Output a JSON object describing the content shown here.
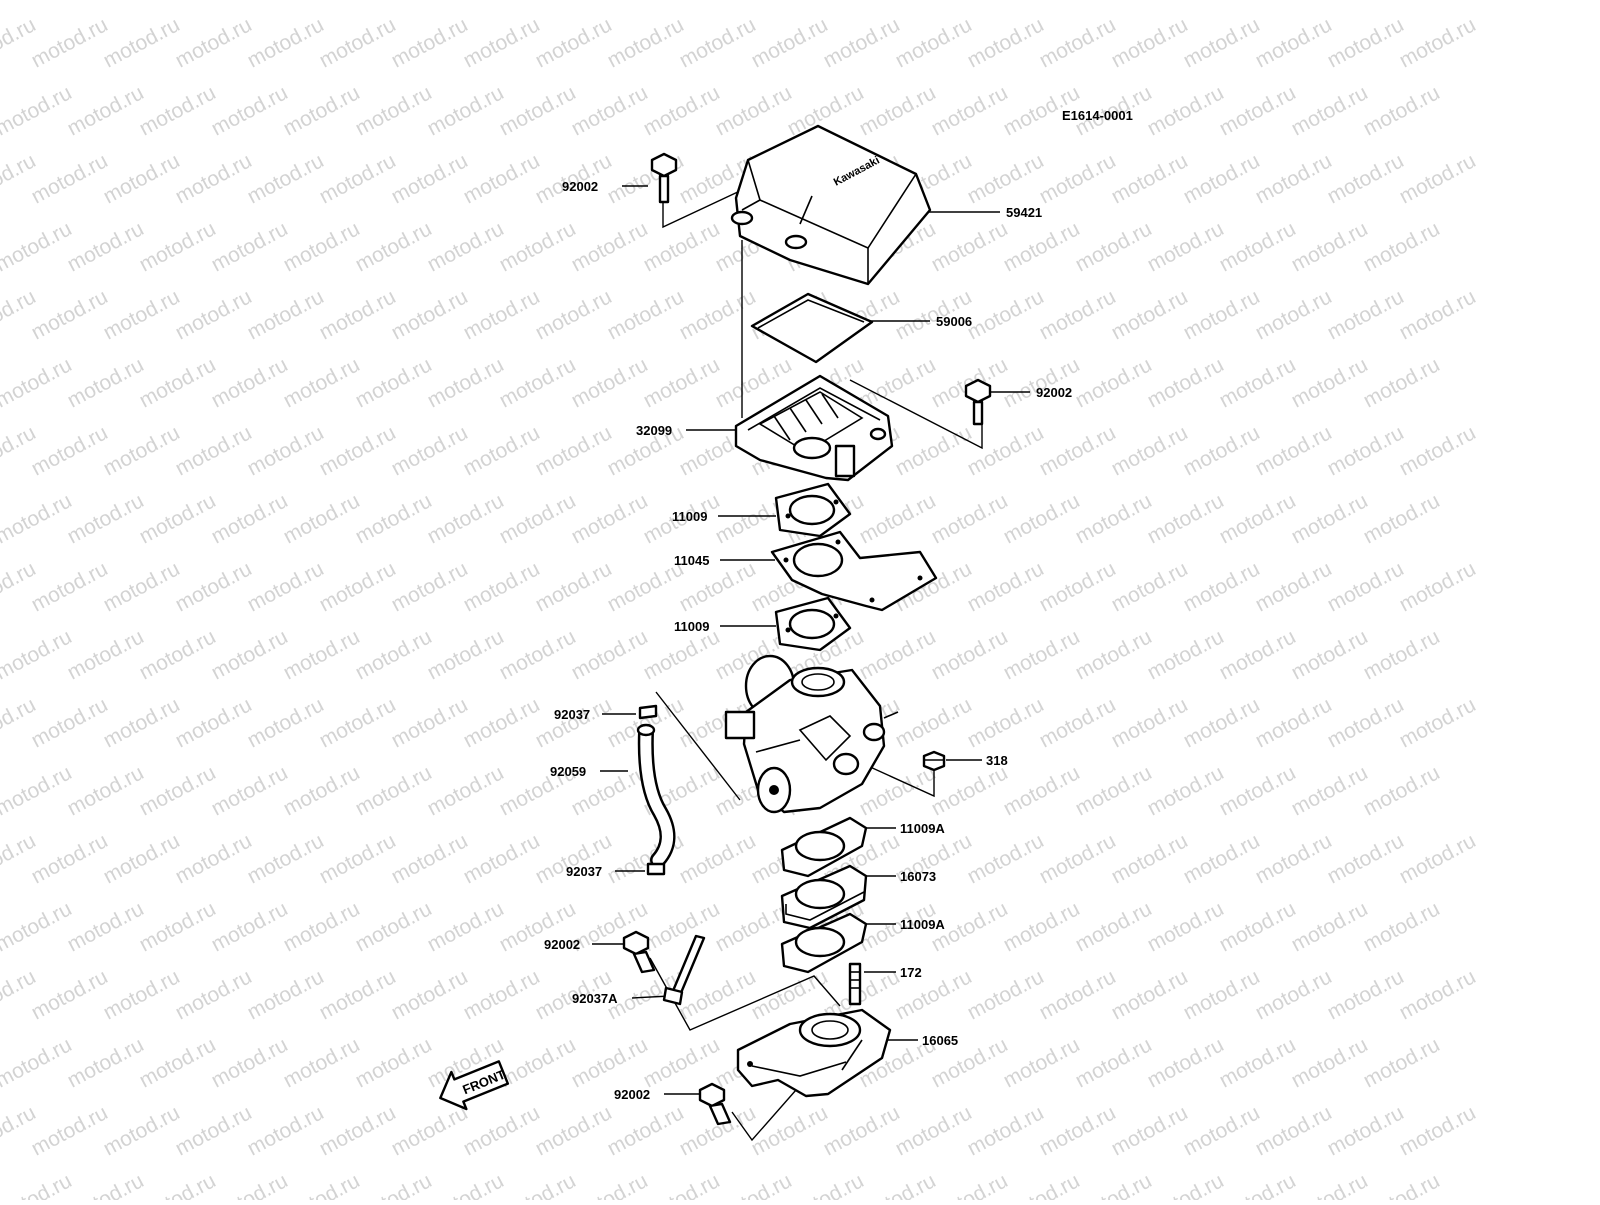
{
  "diagram": {
    "code": "E1614-0001",
    "watermark": "motod.ru",
    "front_label": "FRONT",
    "brand_mark": "Kawasaki",
    "colors": {
      "line": "#000000",
      "background": "#ffffff",
      "watermark": "#b0b0b0"
    },
    "labels": [
      "92002",
      "59421",
      "59006",
      "92002",
      "32099",
      "11009",
      "11045",
      "11009",
      "92037",
      "92059",
      "318",
      "11009A",
      "92037",
      "16073",
      "11009A",
      "92002",
      "172",
      "92037A",
      "16065",
      "92002"
    ]
  }
}
